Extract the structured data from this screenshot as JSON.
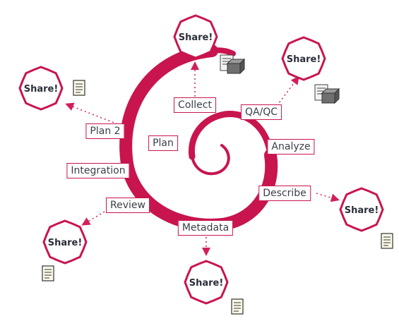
{
  "colors": {
    "spiral": "#c8154e",
    "badge_border": "#c8154e",
    "badge_text": "#2b2e3a",
    "label_text": "#3a3f4a",
    "arrow": "#d21f5a"
  },
  "share_label": "Share!",
  "stages": [
    {
      "id": "collect",
      "label": "Collect"
    },
    {
      "id": "qaqc",
      "label": "QA/QC"
    },
    {
      "id": "analyze",
      "label": "Analyze"
    },
    {
      "id": "describe",
      "label": "Describe"
    },
    {
      "id": "metadata",
      "label": "Metadata"
    },
    {
      "id": "review",
      "label": "Review"
    },
    {
      "id": "integration",
      "label": "Integration"
    },
    {
      "id": "plan2",
      "label": "Plan 2"
    },
    {
      "id": "plan",
      "label": "Plan"
    }
  ],
  "share_badges": [
    {
      "id": "top",
      "icon": "data-package-icon"
    },
    {
      "id": "top-right",
      "icon": "data-package-icon"
    },
    {
      "id": "left",
      "icon": "document-icon"
    },
    {
      "id": "right",
      "icon": "document-icon"
    },
    {
      "id": "bottom-left",
      "icon": "document-icon"
    },
    {
      "id": "bottom",
      "icon": "document-icon"
    }
  ]
}
